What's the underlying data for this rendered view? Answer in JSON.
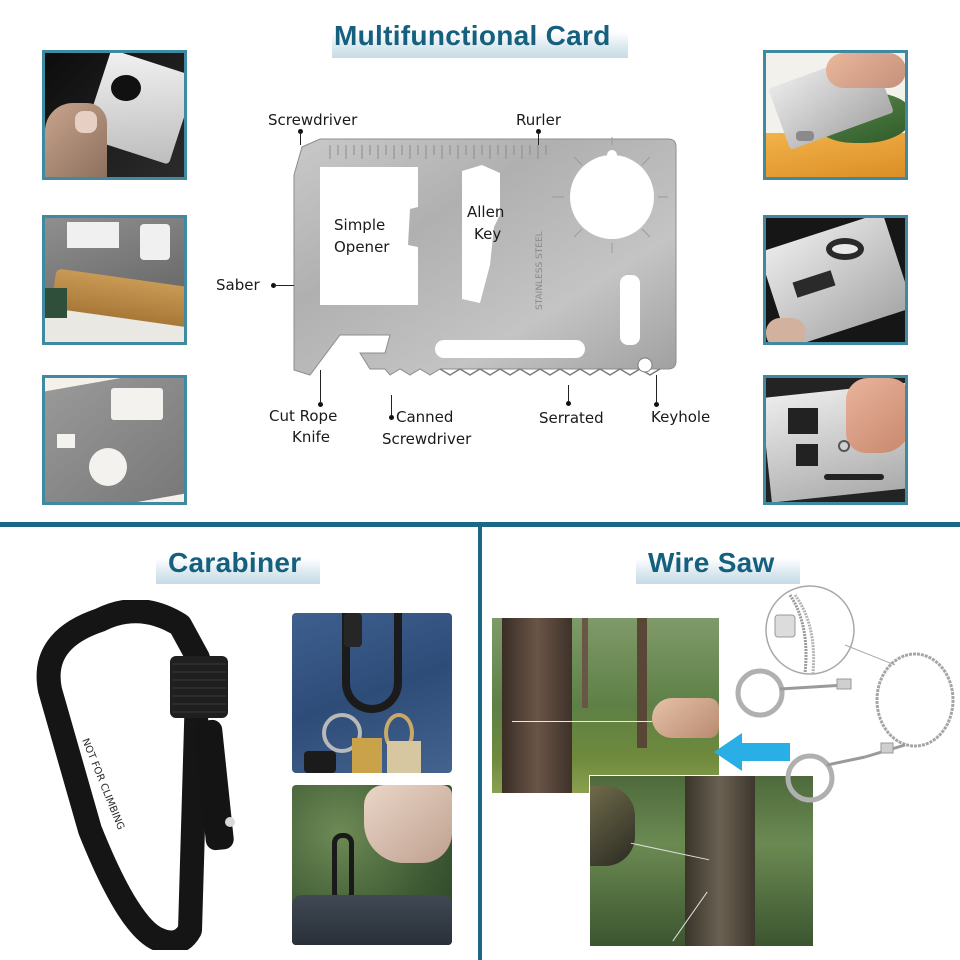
{
  "sections": {
    "card": {
      "title": "Multifunctional Card",
      "labels": {
        "screwdriver": "Screwdriver",
        "ruler": "Rurler",
        "simple_opener_1": "Simple",
        "simple_opener_2": "Opener",
        "allen_key_1": "Allen",
        "allen_key_2": "Key",
        "saber": "Saber",
        "cut_rope_1": "Cut Rope",
        "cut_rope_2": "Knife",
        "canned_1": "Canned",
        "canned_2": "Screwdriver",
        "serrated": "Serrated",
        "keyhole": "Keyhole",
        "engraving": "STAINLESS STEEL"
      },
      "left_photos": [
        "card-in-hand",
        "card-sawing-wood",
        "card-ruler-closeup"
      ],
      "right_photos": [
        "card-wrench-bolt",
        "card-on-pot",
        "card-screwdriver-use"
      ]
    },
    "carabiner": {
      "title": "Carabiner",
      "engraving": "NOT FOR CLIMBING",
      "photos": [
        "carabiner-on-jeans-keys",
        "carabiner-hand-bag"
      ]
    },
    "wire_saw": {
      "title": "Wire Saw",
      "photos": [
        "wire-saw-tree-pull",
        "wire-saw-cutting-branch",
        "wire-saw-product"
      ]
    }
  },
  "colors": {
    "accent": "#15607e",
    "frame": "#3f8aa1",
    "divider": "#1a6886",
    "arrow": "#29aee6"
  }
}
